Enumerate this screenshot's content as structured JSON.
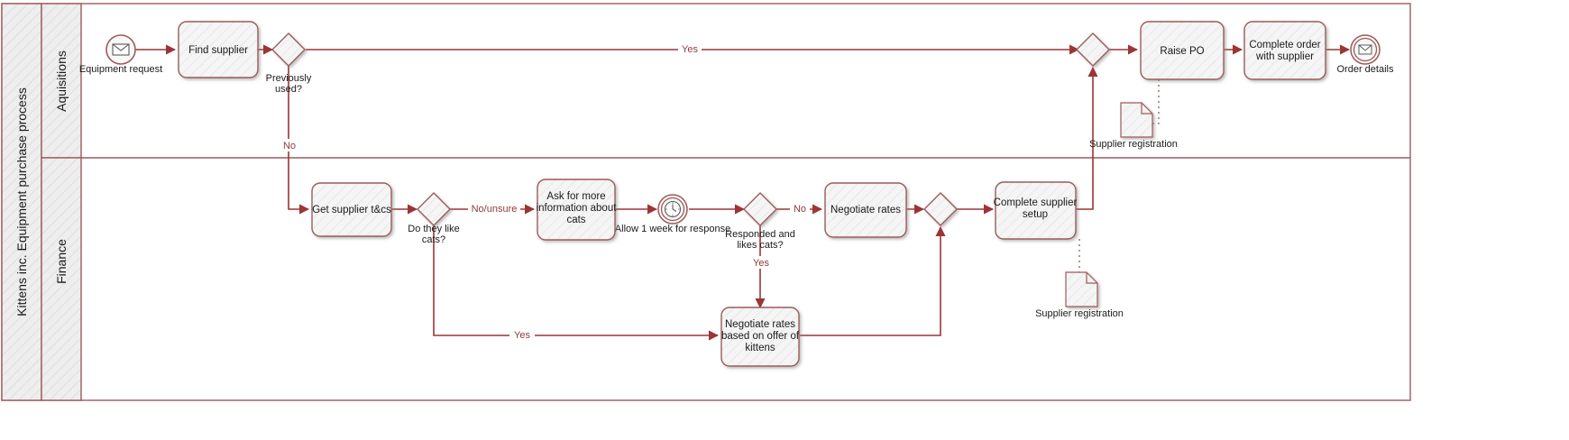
{
  "pool": {
    "label": "Kittens inc. Equipment purchase process"
  },
  "lanes": [
    {
      "label": "Aquisitions"
    },
    {
      "label": "Finance"
    }
  ],
  "colors": {
    "stroke": "#9c5b5b",
    "flow": "#9c3535",
    "label_text": "#1a1a1a",
    "flow_label_text": "#a03a3a",
    "shape_fill": "#f4f4f4",
    "header_fill": "#eeeeee",
    "canvas": "#ffffff"
  },
  "events": [
    {
      "name": "start-message-event",
      "type": "message-start-event",
      "label": "Equipment request",
      "icon": "envelope-icon"
    },
    {
      "name": "timer-event",
      "type": "timer-intermediate-event",
      "label": "Allow 1 week for response",
      "icon": "clock-icon"
    },
    {
      "name": "end-message-event",
      "type": "message-end-event",
      "label": "Order details",
      "icon": "envelope-icon"
    }
  ],
  "tasks": [
    {
      "name": "find-supplier",
      "label": "Find supplier"
    },
    {
      "name": "raise-po",
      "label": "Raise PO"
    },
    {
      "name": "complete-order",
      "label": "Complete order with supplier"
    },
    {
      "name": "get-supplier-tcs",
      "label": "Get supplier t&cs"
    },
    {
      "name": "ask-for-more-info",
      "label": "Ask for more information about cats"
    },
    {
      "name": "negotiate-rates",
      "label": "Negotiate rates"
    },
    {
      "name": "complete-supplier-setup",
      "label": "Complete supplier setup"
    },
    {
      "name": "negotiate-rates-kittens",
      "label": "Negotiate rates based on offer of kittens"
    }
  ],
  "gateways": [
    {
      "name": "previously-used-gateway",
      "label": "Previously used?"
    },
    {
      "name": "merge-gateway-top",
      "label": ""
    },
    {
      "name": "like-cats-gateway",
      "label": "Do they like cats?"
    },
    {
      "name": "responded-likes-cats-gateway",
      "label": "Responded and likes cats?"
    },
    {
      "name": "merge-gateway-finance",
      "label": ""
    }
  ],
  "data_objects": [
    {
      "name": "supplier-registration-top",
      "label": "Supplier registration"
    },
    {
      "name": "supplier-registration-bottom",
      "label": "Supplier registration"
    }
  ],
  "flow_labels": {
    "yes_top": "Yes",
    "no_previously_used": "No",
    "no_unsure": "No/unsure",
    "yes_like_cats": "Yes",
    "no_responded": "No",
    "yes_responded": "Yes"
  },
  "task_lines": {
    "find_supplier": [
      "Find supplier"
    ],
    "raise_po": [
      "Raise PO"
    ],
    "complete_order": [
      "Complete order",
      "with supplier"
    ],
    "get_supplier_tcs": [
      "Get supplier t&cs"
    ],
    "ask_for_more_info": [
      "Ask for more",
      "information about",
      "cats"
    ],
    "negotiate_rates": [
      "Negotiate rates"
    ],
    "complete_supplier_setup": [
      "Complete supplier",
      "setup"
    ],
    "negotiate_rates_kittens": [
      "Negotiate rates",
      "based on offer of",
      "kittens"
    ]
  },
  "gateway_label_lines": {
    "previously_used": [
      "Previously",
      "used?"
    ],
    "like_cats": [
      "Do they like",
      "cats?"
    ],
    "responded_likes_cats": [
      "Responded and",
      "likes cats?"
    ]
  }
}
